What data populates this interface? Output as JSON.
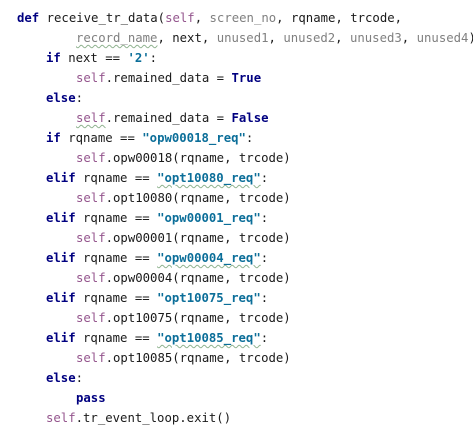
{
  "code": {
    "lines": [
      {
        "indent": 0,
        "tokens": [
          {
            "t": "def ",
            "c": "kw"
          },
          {
            "t": "receive_tr_data(",
            "c": "plain"
          },
          {
            "t": "self",
            "c": "self"
          },
          {
            "t": ", ",
            "c": "plain"
          },
          {
            "t": "screen_no",
            "c": "param"
          },
          {
            "t": ", ",
            "c": "plain"
          },
          {
            "t": "rqname",
            "c": "plain"
          },
          {
            "t": ", ",
            "c": "plain"
          },
          {
            "t": "trcode",
            "c": "plain"
          },
          {
            "t": ",",
            "c": "plain"
          }
        ]
      },
      {
        "indent": 2,
        "tokens": [
          {
            "t": "record_name",
            "c": "param under"
          },
          {
            "t": ", ",
            "c": "plain"
          },
          {
            "t": "next",
            "c": "plain"
          },
          {
            "t": ", ",
            "c": "plain"
          },
          {
            "t": "unused1",
            "c": "param"
          },
          {
            "t": ", ",
            "c": "plain"
          },
          {
            "t": "unused2",
            "c": "param"
          },
          {
            "t": ", ",
            "c": "plain"
          },
          {
            "t": "unused3",
            "c": "param"
          },
          {
            "t": ", ",
            "c": "plain"
          },
          {
            "t": "unused4",
            "c": "param"
          },
          {
            "t": "):",
            "c": "plain"
          }
        ]
      },
      {
        "indent": 1,
        "tokens": [
          {
            "t": "if ",
            "c": "kw"
          },
          {
            "t": "next == ",
            "c": "plain"
          },
          {
            "t": "'2'",
            "c": "strb"
          },
          {
            "t": ":",
            "c": "plain"
          }
        ]
      },
      {
        "indent": 2,
        "tokens": [
          {
            "t": "self",
            "c": "self"
          },
          {
            "t": ".remained_data = ",
            "c": "plain"
          },
          {
            "t": "True",
            "c": "kw"
          }
        ]
      },
      {
        "indent": 1,
        "tokens": [
          {
            "t": "else",
            "c": "kw"
          },
          {
            "t": ":",
            "c": "plain"
          }
        ]
      },
      {
        "indent": 2,
        "tokens": [
          {
            "t": "self",
            "c": "self under"
          },
          {
            "t": ".remained_data = ",
            "c": "plain"
          },
          {
            "t": "False",
            "c": "kw"
          }
        ]
      },
      {
        "indent": 1,
        "tokens": [
          {
            "t": "if ",
            "c": "kw"
          },
          {
            "t": "rqname == ",
            "c": "plain"
          },
          {
            "t": "\"opw00018_req\"",
            "c": "strb"
          },
          {
            "t": ":",
            "c": "plain"
          }
        ]
      },
      {
        "indent": 2,
        "tokens": [
          {
            "t": "self",
            "c": "self"
          },
          {
            "t": ".opw00018(rqname, trcode)",
            "c": "plain"
          }
        ]
      },
      {
        "indent": 1,
        "tokens": [
          {
            "t": "elif ",
            "c": "kw"
          },
          {
            "t": "rqname == ",
            "c": "plain"
          },
          {
            "t": "\"opt10080_req\"",
            "c": "strb under"
          },
          {
            "t": ":",
            "c": "plain"
          }
        ]
      },
      {
        "indent": 2,
        "tokens": [
          {
            "t": "self",
            "c": "self"
          },
          {
            "t": ".opt10080(rqname, trcode)",
            "c": "plain"
          }
        ]
      },
      {
        "indent": 1,
        "tokens": [
          {
            "t": "elif ",
            "c": "kw"
          },
          {
            "t": "rqname == ",
            "c": "plain"
          },
          {
            "t": "\"opw00001_req\"",
            "c": "strb"
          },
          {
            "t": ":",
            "c": "plain"
          }
        ]
      },
      {
        "indent": 2,
        "tokens": [
          {
            "t": "self",
            "c": "self"
          },
          {
            "t": ".opw00001(rqname, trcode)",
            "c": "plain"
          }
        ]
      },
      {
        "indent": 1,
        "tokens": [
          {
            "t": "elif ",
            "c": "kw"
          },
          {
            "t": "rqname == ",
            "c": "plain"
          },
          {
            "t": "\"opw00004_req\"",
            "c": "strb under"
          },
          {
            "t": ":",
            "c": "plain"
          }
        ]
      },
      {
        "indent": 2,
        "tokens": [
          {
            "t": "self",
            "c": "self"
          },
          {
            "t": ".opw00004(rqname, trcode)",
            "c": "plain"
          }
        ]
      },
      {
        "indent": 1,
        "tokens": [
          {
            "t": "elif ",
            "c": "kw"
          },
          {
            "t": "rqname == ",
            "c": "plain"
          },
          {
            "t": "\"opt10075_req\"",
            "c": "strb"
          },
          {
            "t": ":",
            "c": "plain"
          }
        ]
      },
      {
        "indent": 2,
        "tokens": [
          {
            "t": "self",
            "c": "self"
          },
          {
            "t": ".opt10075(rqname, trcode)",
            "c": "plain"
          }
        ]
      },
      {
        "indent": 1,
        "tokens": [
          {
            "t": "elif ",
            "c": "kw"
          },
          {
            "t": "rqname == ",
            "c": "plain"
          },
          {
            "t": "\"opt10085_req\"",
            "c": "strb under"
          },
          {
            "t": ":",
            "c": "plain"
          }
        ]
      },
      {
        "indent": 2,
        "tokens": [
          {
            "t": "self",
            "c": "self"
          },
          {
            "t": ".opt10085(rqname, trcode)",
            "c": "plain"
          }
        ]
      },
      {
        "indent": 1,
        "tokens": [
          {
            "t": "else",
            "c": "kw"
          },
          {
            "t": ":",
            "c": "plain"
          }
        ]
      },
      {
        "indent": 2,
        "tokens": [
          {
            "t": "pass",
            "c": "kw"
          }
        ]
      },
      {
        "indent": 1,
        "tokens": [
          {
            "t": "self",
            "c": "self"
          },
          {
            "t": ".tr_event_loop.exit()",
            "c": "plain"
          }
        ]
      }
    ]
  },
  "colors": {
    "keyword": "#000080",
    "self": "#94558d",
    "unused_param": "#808080",
    "string": "#0b6e99",
    "background": "#ffffff"
  }
}
